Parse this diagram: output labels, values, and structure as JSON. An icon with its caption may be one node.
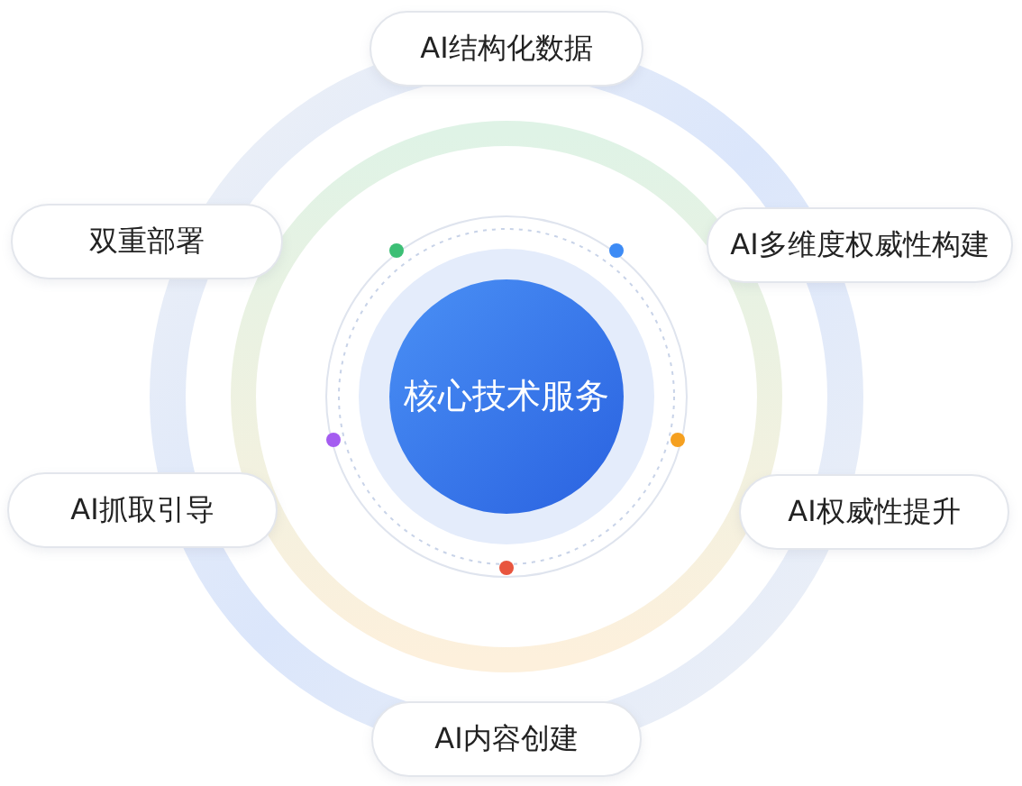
{
  "diagram": {
    "nodes": [
      {
        "text": [
          "核心技术服务"
        ]
      },
      {
        "text": [
          "AI结构化数据"
        ]
      },
      {
        "text": [
          "双重部署"
        ]
      },
      {
        "text": [
          "AI多维度权威性构建"
        ]
      },
      {
        "text": [
          "AI抓取引导"
        ]
      },
      {
        "text": [
          "AI权威性提升"
        ]
      },
      {
        "text": [
          "AI内容创建"
        ]
      }
    ],
    "edges": []
  }
}
